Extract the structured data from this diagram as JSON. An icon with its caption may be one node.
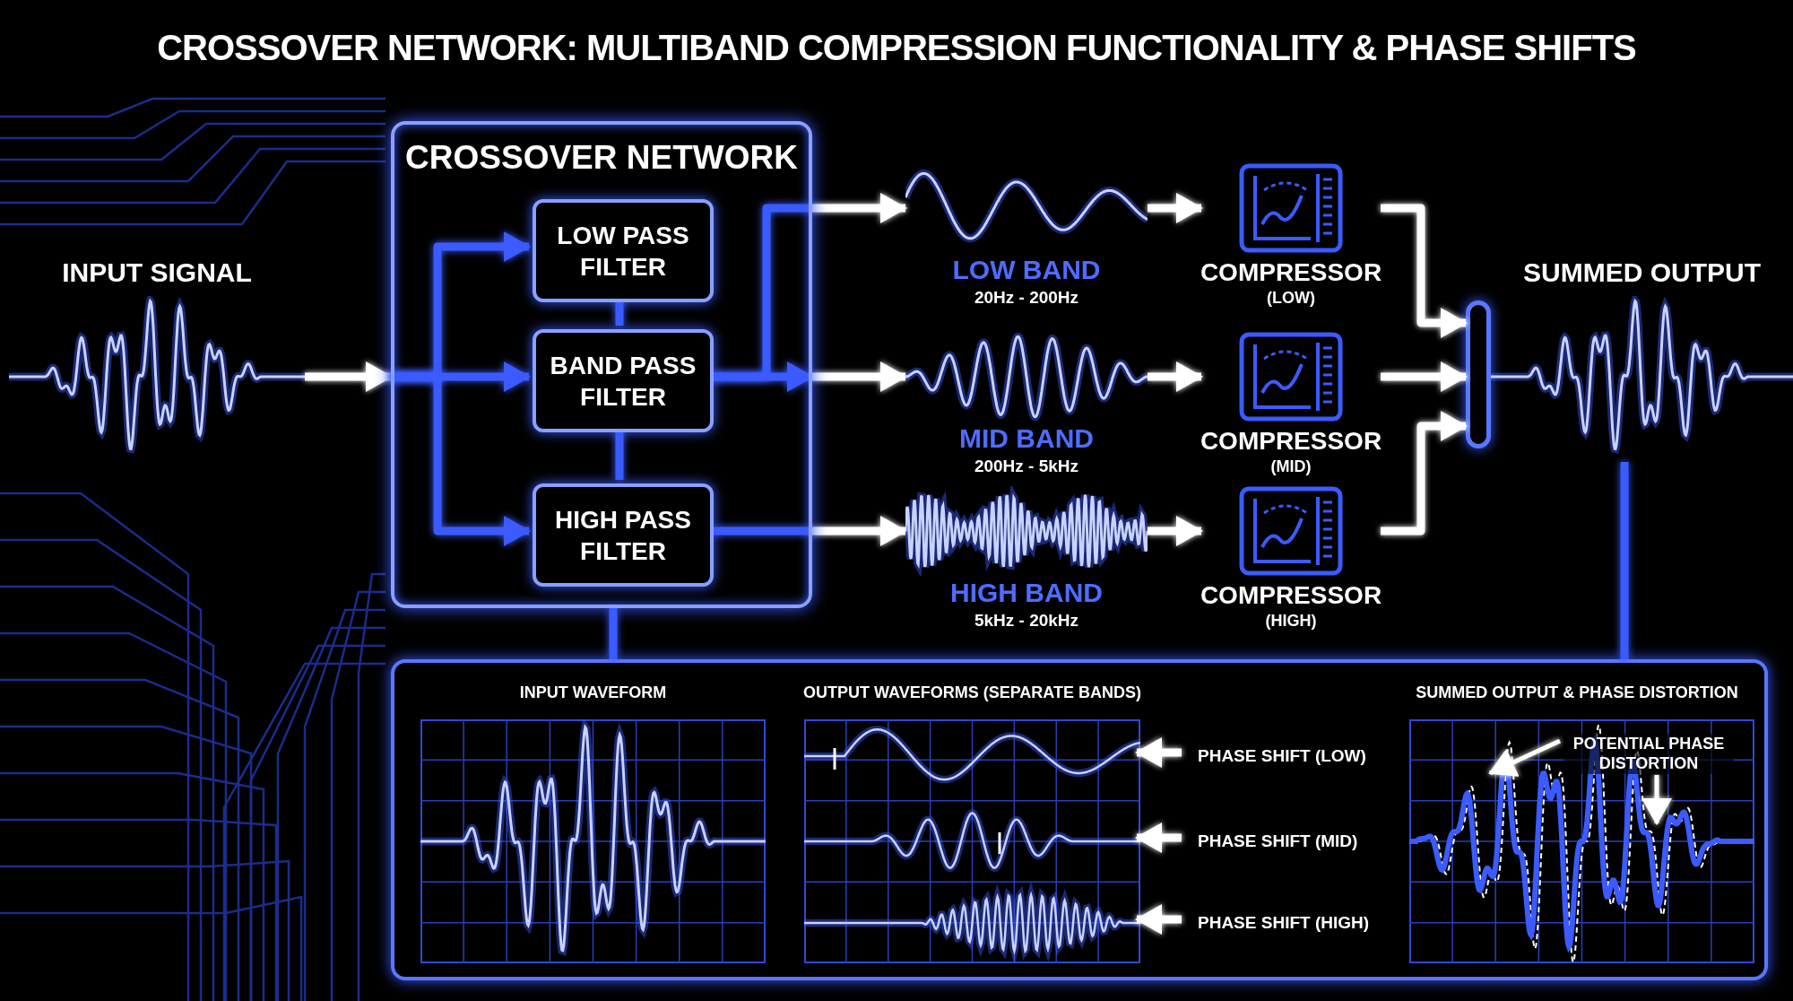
{
  "diagram": {
    "title": "CROSSOVER NETWORK: MULTIBAND COMPRESSION FUNCTIONALITY & PHASE SHIFTS",
    "nodes": [
      {
        "text": [
          "INPUT SIGNAL"
        ]
      },
      {
        "text": [
          "CROSSOVER NETWORK"
        ]
      },
      {
        "text": [
          "LOW PASS FILTER"
        ],
        "in": 1
      },
      {
        "text": [
          "BAND PASS FILTER"
        ],
        "in": 1
      },
      {
        "text": [
          "HIGH PASS FILTER"
        ],
        "in": 1
      },
      {
        "text": [
          "LOW BAND",
          "20Hz - 200Hz"
        ]
      },
      {
        "text": [
          "MID BAND",
          "200Hz - 5kHz"
        ]
      },
      {
        "text": [
          "HIGH BAND",
          "5kHz - 20kHz"
        ]
      },
      {
        "text": [
          "COMPRESSOR",
          "(LOW)"
        ]
      },
      {
        "text": [
          "COMPRESSOR",
          "(MID)"
        ]
      },
      {
        "text": [
          "COMPRESSOR",
          "(HIGH)"
        ]
      },
      {
        "text": [],
        "shape": "bar"
      },
      {
        "text": [
          "SUMMED OUTPUT"
        ]
      },
      {
        "text": [],
        "shape": "box"
      },
      {
        "text": [
          "INPUT WAVEFORM"
        ],
        "in": 13
      },
      {
        "text": [
          "OUTPUT WAVEFORMS (SEPARATE BANDS)"
        ],
        "in": 13
      },
      {
        "text": [
          "PHASE SHIFT (LOW)"
        ],
        "in": 13
      },
      {
        "text": [
          "PHASE SHIFT (MID)"
        ],
        "in": 13
      },
      {
        "text": [
          "PHASE SHIFT (HIGH)"
        ],
        "in": 13
      },
      {
        "text": [
          "SUMMED OUTPUT & PHASE DISTORTION"
        ],
        "in": 13
      },
      {
        "text": [
          "POTENTIAL PHASE DISTORTION"
        ],
        "in": 19
      }
    ],
    "edges": [
      {
        "from": 0,
        "to": 1,
        "arrow": "to"
      },
      {
        "from": 1,
        "to": 2,
        "arrow": "to",
        "color": "#3b5bff"
      },
      {
        "from": 1,
        "to": 3,
        "arrow": "to",
        "color": "#3b5bff"
      },
      {
        "from": 1,
        "to": 4,
        "arrow": "to",
        "color": "#3b5bff"
      },
      {
        "from": 2,
        "to": 3,
        "arrow": "none",
        "color": "#3b5bff"
      },
      {
        "from": 3,
        "to": 4,
        "arrow": "none",
        "color": "#3b5bff"
      },
      {
        "from": 3,
        "to": 1,
        "arrow": "to",
        "color": "#3b5bff"
      },
      {
        "from": 3,
        "to": 1,
        "arrow": "none",
        "color": "#3b5bff"
      },
      {
        "from": 4,
        "to": 1,
        "arrow": "none",
        "color": "#3b5bff"
      },
      {
        "from": 1,
        "to": 5,
        "arrow": "to"
      },
      {
        "from": 1,
        "to": 6,
        "arrow": "to"
      },
      {
        "from": 1,
        "to": 7,
        "arrow": "to"
      },
      {
        "from": 5,
        "to": 8,
        "arrow": "to"
      },
      {
        "from": 6,
        "to": 9,
        "arrow": "to"
      },
      {
        "from": 7,
        "to": 10,
        "arrow": "to"
      },
      {
        "from": 8,
        "to": 11,
        "arrow": "to"
      },
      {
        "from": 9,
        "to": 11,
        "arrow": "to"
      },
      {
        "from": 10,
        "to": 11,
        "arrow": "to"
      },
      {
        "from": 1,
        "to": 13,
        "arrow": "none",
        "color": "#3b5bff"
      },
      {
        "from": 12,
        "to": 13,
        "arrow": "none",
        "color": "#3b5bff"
      },
      {
        "from": 16,
        "to": 15,
        "arrow": "to"
      },
      {
        "from": 17,
        "to": 15,
        "arrow": "to"
      },
      {
        "from": 18,
        "to": 15,
        "arrow": "to"
      },
      {
        "from": 20,
        "to": null,
        "arrow": "to"
      },
      {
        "from": 20,
        "to": null,
        "arrow": "to"
      }
    ]
  }
}
